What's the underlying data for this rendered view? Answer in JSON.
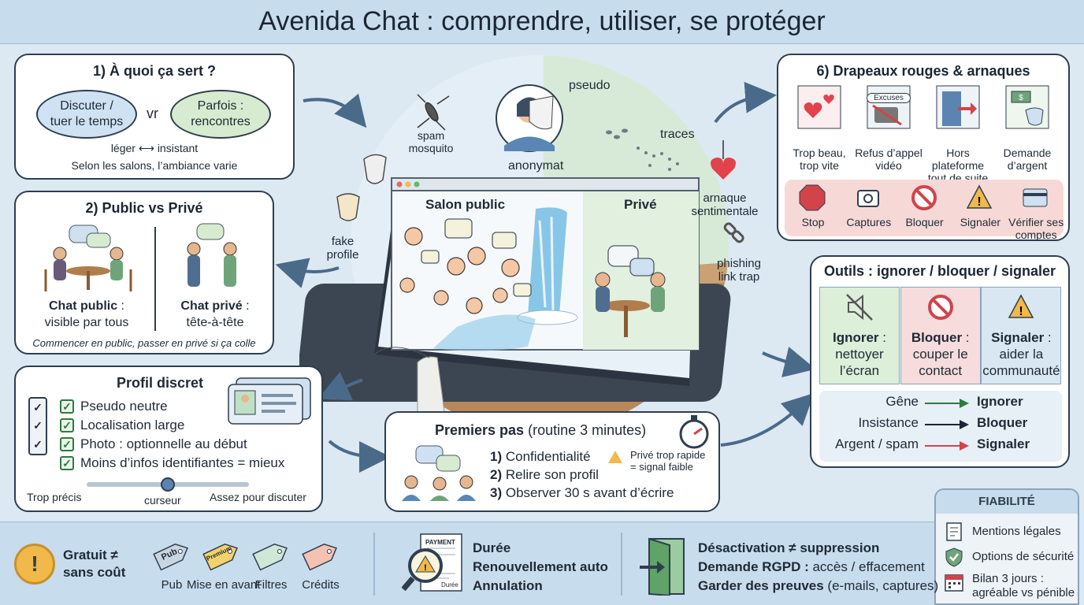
{
  "header": {
    "title": "Avenida Chat : comprendre, utiliser, se protéger"
  },
  "s1": {
    "title": "1) À quoi ça sert ?",
    "oval_left": [
      "Discuter /",
      "tuer le temps"
    ],
    "vs": "vr",
    "oval_right": [
      "Parfois :",
      "rencontres"
    ],
    "scale_left": "léger",
    "scale_right": "insistant",
    "note": "Selon les salons, l’ambiance varie"
  },
  "s2": {
    "title": "2) Public vs Privé",
    "public_title": "Chat public",
    "public_sep": " :",
    "public_desc": "visible par tous",
    "private_title": "Chat privé",
    "private_sep": " :",
    "private_desc": "tête-à-tête",
    "note": "Commencer en public, passer en privé si ça colle"
  },
  "s3": {
    "title": "Profil discret",
    "items": [
      "Pseudo neutre",
      "Localisation large",
      "Photo : optionnelle au début",
      "Moins d’infos identifiantes = mieux"
    ],
    "slider_left": "Trop précis",
    "slider_mid": "curseur",
    "slider_right": "Assez pour discuter",
    "slider_value": 0.5
  },
  "center": {
    "pseudo": "pseudo",
    "anonymat": "anonymat",
    "traces": "traces",
    "spam": [
      "spam",
      "mosquito"
    ],
    "fake": [
      "fake",
      "profile"
    ],
    "arnaque": [
      "arnaque",
      "sentimentale"
    ],
    "phishing": [
      "phishing",
      "link trap"
    ],
    "salon_public": "Salon public",
    "prive": "Privé"
  },
  "s4": {
    "title_bold": "Premiers pas",
    "title_rest": " (routine 3 minutes)",
    "steps": [
      {
        "n": "1)",
        "t": "Confidentialité"
      },
      {
        "n": "2)",
        "t": "Relire son profil"
      },
      {
        "n": "3)",
        "t": "Observer 30 s avant d’écrire"
      }
    ],
    "warn": [
      "Privé trop rapide",
      "= signal faible"
    ]
  },
  "s6": {
    "title": "6) Drapeaux rouges & arnaques",
    "flags": [
      {
        "label": [
          "Trop beau,",
          "trop vite"
        ],
        "icon": "hearts-icon"
      },
      {
        "label": [
          "Refus d’appel",
          "vidéo"
        ],
        "icon": "no-video-icon",
        "bubble": "Excuses"
      },
      {
        "label": [
          "Hors plateforme",
          "tout de suite"
        ],
        "icon": "door-exit-icon"
      },
      {
        "label": [
          "Demande",
          "d’argent"
        ],
        "icon": "money-mask-icon"
      }
    ],
    "actions": [
      {
        "label": [
          "Stop"
        ],
        "icon": "stop-icon"
      },
      {
        "label": [
          "Captures"
        ],
        "icon": "camera-icon"
      },
      {
        "label": [
          "Bloquer"
        ],
        "icon": "block-icon"
      },
      {
        "label": [
          "Signaler"
        ],
        "icon": "warning-icon"
      },
      {
        "label": [
          "Vérifier ses",
          "comptes"
        ],
        "icon": "card-icon"
      }
    ]
  },
  "s7": {
    "title": "Outils : ignorer / bloquer / signaler",
    "cols": [
      {
        "bold": "Ignorer",
        "rest": " :",
        "lines": [
          "nettoyer",
          "l’écran"
        ],
        "icon": "mute-icon",
        "color": "#dcefd9"
      },
      {
        "bold": "Bloquer",
        "rest": " :",
        "lines": [
          "couper le",
          "contact"
        ],
        "icon": "block-icon",
        "color": "#f6dcdc"
      },
      {
        "bold": "Signaler",
        "rest": " :",
        "lines": [
          "aider la",
          "communauté"
        ],
        "icon": "warning-icon",
        "color": "#d9e7f3"
      }
    ],
    "map": [
      {
        "left": "Gêne",
        "right": "Ignorer",
        "color": "#2f7a3f"
      },
      {
        "left": "Insistance",
        "right": "Bloquer",
        "color": "#1b2633"
      },
      {
        "left": "Argent / spam",
        "right": "Signaler",
        "color": "#d2434a"
      }
    ]
  },
  "fiab": {
    "title": "FIABILITÉ",
    "items": [
      {
        "t": [
          "Mentions légales"
        ],
        "icon": "document-icon"
      },
      {
        "t": [
          "Options de sécurité"
        ],
        "icon": "shield-check-icon"
      },
      {
        "t": [
          "Bilan 3 jours :",
          "agréable vs pénible"
        ],
        "icon": "calendar-icon"
      }
    ]
  },
  "footer": {
    "free": [
      "Gratuit ≠",
      "sans coût"
    ],
    "tags": [
      {
        "label": "Pub",
        "tag": "Pub",
        "color": "#c9d6e2"
      },
      {
        "label": "Mise en avant",
        "tag": "Premium",
        "color": "#f2d26a"
      },
      {
        "label": "Filtres",
        "tag": "",
        "color": "#cde8d6"
      },
      {
        "label": "Crédits",
        "tag": "",
        "color": "#f4c2b2"
      }
    ],
    "payment_tag": "PAYMENT",
    "payment_foot": "Durée",
    "billing": [
      "Durée",
      "Renouvellement auto",
      "Annulation"
    ],
    "delete_lines": [
      {
        "b": "Désactivation ≠ suppression",
        "r": ""
      },
      {
        "b": "Demande RGPD :",
        "r": " accès / effacement"
      },
      {
        "b": "Garder des preuves",
        "r": " (e-mails, captures)"
      }
    ]
  }
}
